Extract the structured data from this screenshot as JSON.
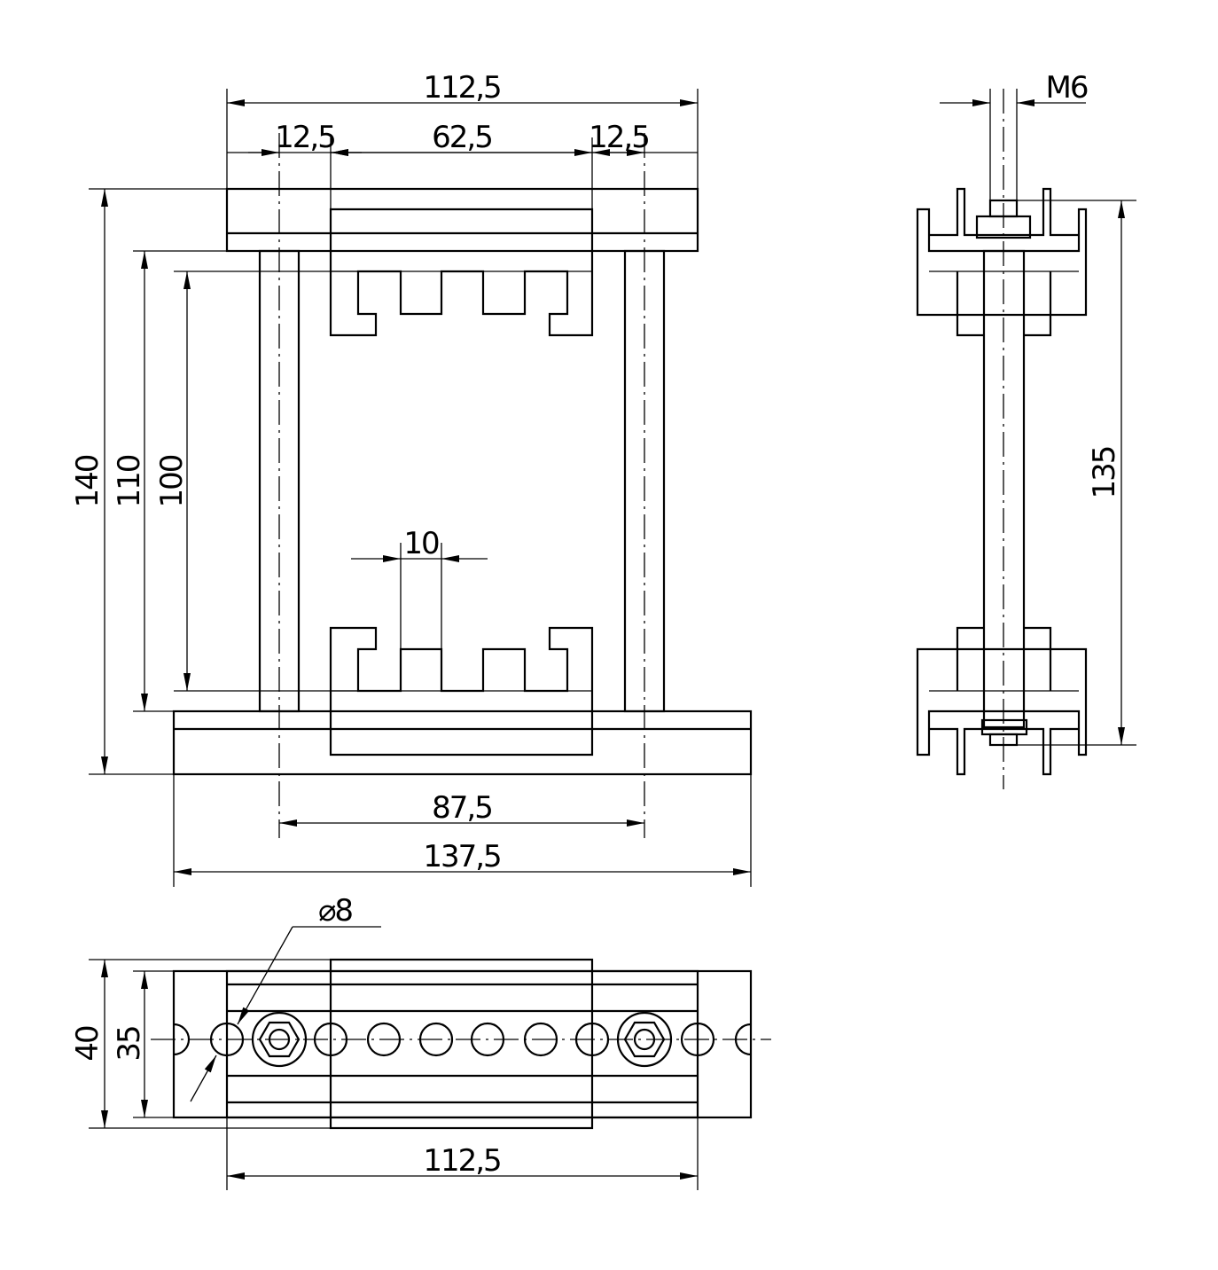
{
  "front_view": {
    "overall_top_width": "112,5",
    "left_offset": "12,5",
    "block_width": "62,5",
    "right_offset": "12,5",
    "overall_height": "140",
    "post_height": "110",
    "inner_height": "100",
    "tooth_width": "10",
    "post_spacing": "87,5",
    "base_width": "137,5"
  },
  "side_view": {
    "thread": "M6",
    "rod_length": "135"
  },
  "bottom_view": {
    "hole_diameter": "⌀8",
    "base_depth": "40",
    "plate_depth": "35",
    "plate_width": "112,5"
  },
  "colors": {
    "line": "#000000",
    "background": "#ffffff"
  }
}
